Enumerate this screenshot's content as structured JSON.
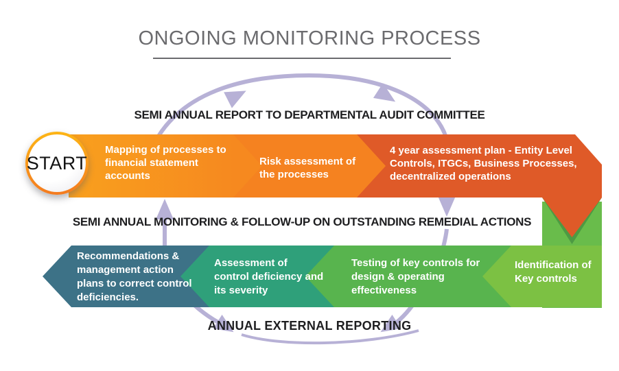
{
  "title": "ONGOING MONITORING PROCESS",
  "start": {
    "label": "START"
  },
  "captions": {
    "top": "SEMI ANNUAL REPORT TO DEPARTMENTAL AUDIT COMMITTEE",
    "middle": "SEMI ANNUAL MONITORING & FOLLOW-UP ON OUTSTANDING REMEDIAL ACTIONS",
    "bottom": "ANNUAL EXTERNAL REPORTING"
  },
  "top_row": {
    "direction": "left-to-right",
    "segments": [
      {
        "label": "Mapping of processes to financial statement accounts",
        "color": "#F7941E"
      },
      {
        "label": "Risk assessment of the processes",
        "color": "#F58220"
      },
      {
        "label": "4 year assessment plan - Entity Level Controls, ITGCs, Business Processes, decentralized operations",
        "color": "#DF5A28"
      }
    ]
  },
  "bottom_row": {
    "direction": "right-to-left",
    "segments": [
      {
        "label": "Recommendations & management action plans to correct control deficiencies.",
        "color": "#3D7287"
      },
      {
        "label": "Assessment of control deficiency and its severity",
        "color": "#2FA07A"
      },
      {
        "label": "Testing of key controls for design & operating effectiveness",
        "color": "#58B44E"
      },
      {
        "label": "Identification of Key controls",
        "color": "#7CC143"
      }
    ]
  },
  "colors": {
    "title_gray": "#6B6B6E",
    "caption_black": "#1E1E20",
    "cycle_arrow_lavender": "#B7B1D6",
    "connector_green": "#69BC4B",
    "connector_orange": "#DF5A28",
    "label_white": "#FFFFFF"
  }
}
